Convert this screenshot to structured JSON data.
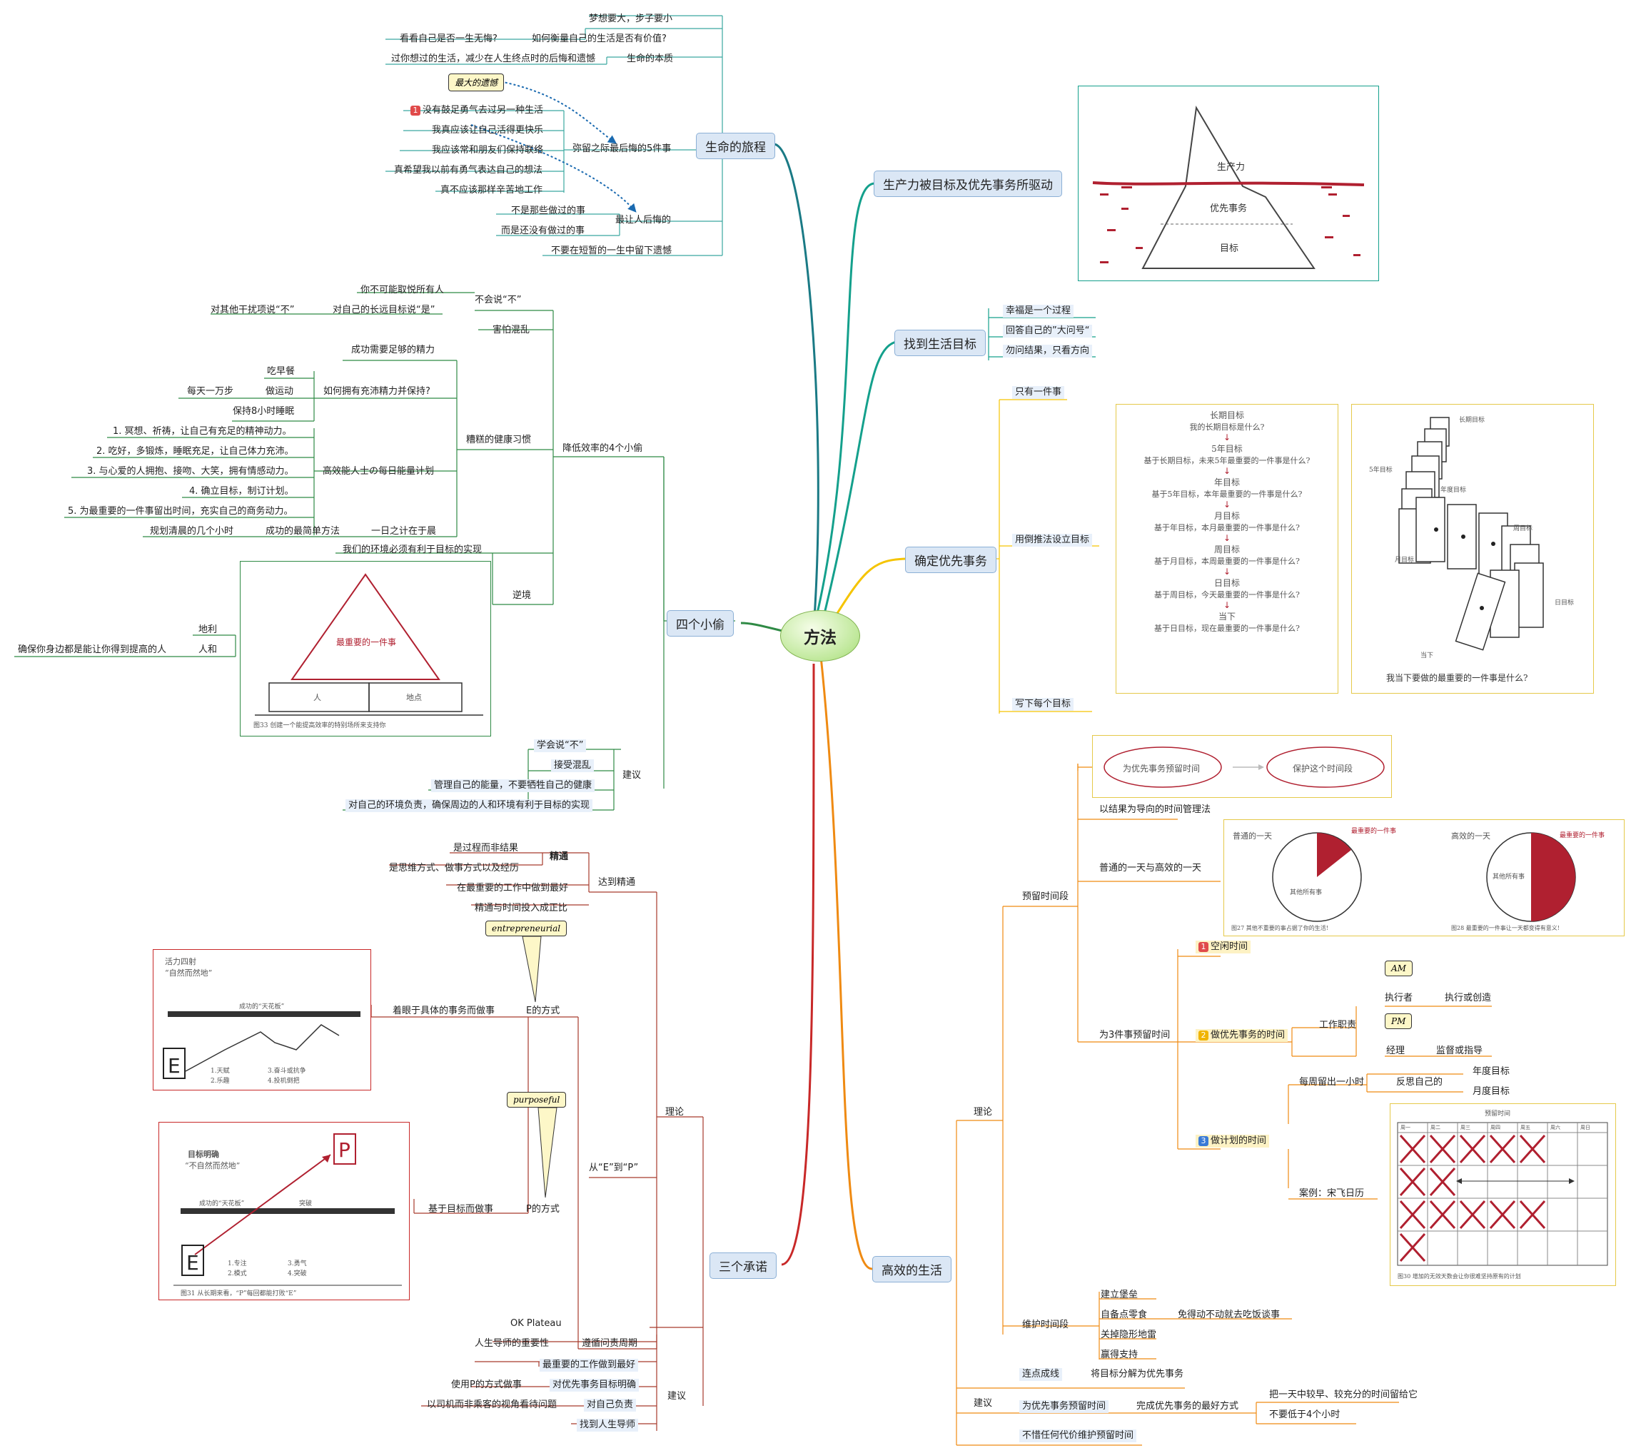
{
  "root": "方法",
  "colors": {
    "teal": "#14a08c",
    "yellow": "#f5c400",
    "orange": "#ef8a12",
    "red": "#c82828",
    "dark_red": "#a63a2c",
    "green": "#2f8a45",
    "blue": "#1a6ab0"
  },
  "icons": {
    "priority_badges": "numbered-priority-icon"
  },
  "journey": {
    "title": "生命的旅程",
    "dream": "梦想要大，步子要小",
    "measure_q": "如何衡量自己的生活是否有价值?",
    "measure_a": "看看自己是否一生无悔?",
    "essence": "生命的本质",
    "essence_a": "过你想过的生活，减少在人生终点时的后悔和遗憾",
    "biggest_regret": "最大的遗憾",
    "regrets_title": "弥留之际最后悔的5件事",
    "regrets": [
      "没有鼓足勇气去过另一种生活",
      "我真应该让自己活得更快乐",
      "我应该常和朋友们保持联络",
      "真希望我以前有勇气表达自己的想法",
      "真不应该那样辛苦地工作"
    ],
    "most_regret": "最让人后悔的",
    "not_done": "不是那些做过的事",
    "not_yet": "而是还没有做过的事",
    "no_regret": "不要在短暂的一生中留下遗憾"
  },
  "thieves": {
    "title": "四个小偷",
    "four": "降低效率的4个小偷",
    "say_no": "不会说“不”",
    "cant_please": "你不可能取悦所有人",
    "yes_goal": "对自己的长远目标说“是”",
    "no_other": "对其他干扰项说“不”",
    "chaos": "害怕混乱",
    "habits": "糟糕的健康习惯",
    "energy": "成功需要足够的精力",
    "how_energy": "如何拥有充沛精力并保持?",
    "breakfast": "吃早餐",
    "exercise": "做运动",
    "steps": "每天一万步",
    "sleep": "保持8小时睡眠",
    "plan_title": "高效能人士の每日能量计划",
    "plan": [
      "1. 冥想、祈祷，让自己有充足的精神动力。",
      "2. 吃好，多锻炼，睡眠充足，让自己体力充沛。",
      "3. 与心爱的人拥抱、接吻、大笑，拥有情感动力。",
      "4. 确立目标，制订计划。",
      "5. 为最重要的一件事留出时间，充实自己的商务动力。"
    ],
    "morning": "一日之计在于晨",
    "simplest": "成功的最简单方法",
    "plan_morning": "规划清晨的几个小时",
    "env": "逆境",
    "env_good": "我们的环境必须有利于目标的实现",
    "place": "地利",
    "people": "人和",
    "people_a": "确保你身边都是能让你得到提高的人",
    "advice": "建议",
    "advice_items": [
      "学会说“不”",
      "接受混乱",
      "管理自己的能量，不要牺牲自己的健康",
      "对自己的环境负责，确保周边的人和环境有利于目标的实现"
    ],
    "tri_top": "最重要的一件事",
    "tri_left": "人",
    "tri_right": "地点",
    "tri_caption": "图33 创建一个能提高效率的特别场所来支持你"
  },
  "promises": {
    "title": "三个承诺",
    "theory": "理论",
    "mastery": "达到精通",
    "jingtong": "精通",
    "m1": "是过程而非结果",
    "m2": "是思维方式、做事方式以及经历",
    "m3": "在最重要的工作中做到最好",
    "m4": "精通与时间投入成正比",
    "e2p": "从“E”到“P”",
    "e_way": "E的方式",
    "e_desc": "着眼于具体的事务而做事",
    "e_callout": "entrepreneurial",
    "p_way": "P的方式",
    "p_desc": "基于目标而做事",
    "p_callout": "purposeful",
    "plateau": "OK Plateau",
    "cycle": "遵循问责周期",
    "mentor_imp": "人生导师的重要性",
    "advice": "建议",
    "adv1": "最重要的工作做到最好",
    "adv2": "对优先事务目标明确",
    "adv2a": "使用P的方式做事",
    "adv3": "对自己负责",
    "adv3a": "以司机而非乘客的视角看待问题",
    "adv4": "找到人生导师",
    "e_img_title": "活力四射",
    "e_img_sub": "“自然而然地”",
    "e_img_bar": "成功的“天花板”",
    "e_items": [
      "1.天赋",
      "2.乐趣",
      "3.奋斗或抗争",
      "4.投机倒把"
    ],
    "p_img_title": "目标明确",
    "p_img_sub": "“不自然而然地”",
    "p_img_bar": "成功的“天花板”",
    "p_img_break": "突破",
    "p_items": [
      "1.专注",
      "2.模式",
      "3.勇气",
      "4.突破"
    ],
    "p_caption": "图31 从长期来看，“P”每回都能打败“E”"
  },
  "productivity": {
    "title": "生产力被目标及优先事务所驱动",
    "top": "生产力",
    "mid": "优先事务",
    "bottom": "目标"
  },
  "find_goal": {
    "title": "找到生活目标",
    "items": [
      "幸福是一个过程",
      "回答自己的”大问号“",
      "勿问结果，只看方向"
    ]
  },
  "priority": {
    "title": "确定优先事务",
    "one": "只有一件事",
    "reverse": "用倒推法设立目标",
    "write": "写下每个目标",
    "steps": [
      {
        "h": "长期目标",
        "q": "我的长期目标是什么?"
      },
      {
        "h": "5年目标",
        "q": "基于长期目标，未来5年最重要的一件事是什么?"
      },
      {
        "h": "年目标",
        "q": "基于5年目标，本年最重要的一件事是什么?"
      },
      {
        "h": "月目标",
        "q": "基于年目标，本月最重要的一件事是什么?"
      },
      {
        "h": "周目标",
        "q": "基于月目标，本周最重要的一件事是什么?"
      },
      {
        "h": "日目标",
        "q": "基于周目标，今天最重要的一件事是什么?"
      },
      {
        "h": "当下",
        "q": "基于日目标，现在最重要的一件事是什么?"
      }
    ],
    "domino_labels": [
      "长期目标",
      "5年目标",
      "年度目标",
      "周目标",
      "月目标",
      "日目标",
      "当下"
    ],
    "domino_question": "我当下要做的最重要的一件事是什么?"
  },
  "life": {
    "title": "高效的生活",
    "theory": "理论",
    "reserve": "预留时间段",
    "result": "以结果为导向的时间管理法",
    "reserve_img_a": "为优先事务预留时间",
    "reserve_img_b": "保护这个时间段",
    "normal_day": "普通的一天与高效的一天",
    "pie1_title": "普通的一天",
    "pie1_label": "最重要的一件事",
    "pie1_other": "其他所有事",
    "pie1_caption": "图27 其他不重要的事占据了你的生活!",
    "pie2_title": "高效的一天",
    "pie2_label": "最重要的一件事",
    "pie2_other": "其他所有事",
    "pie2_caption": "图28 最重要的一件事让一天都变得有意义!",
    "three": "为3件事预留时间",
    "free": "空闲时间",
    "prio_time": "做优先事务的时间",
    "plan_time": "做计划的时间",
    "duty": "工作职责",
    "am": "AM",
    "pm": "PM",
    "executor": "执行者",
    "exec_do": "执行或创造",
    "manager": "经理",
    "supervise": "监督或指导",
    "weekly": "每周留出一小时",
    "reflect": "反思自己的",
    "year_goal": "年度目标",
    "month_goal": "月度目标",
    "case": "案例：宋飞日历",
    "cal_title": "预留时间",
    "cal_days": [
      "周一",
      "周二",
      "周三",
      "周四",
      "周五",
      "周六",
      "周日"
    ],
    "cal_caption": "图30 增加的无效天数会让你很难坚持原有的计划",
    "maintain": "维护时间段",
    "m_items": [
      "建立堡垒",
      "自备点零食",
      "关掉隐形地雷",
      "赢得支持"
    ],
    "m_snack": "免得动不动就去吃饭谈事",
    "advice": "建议",
    "connect": "连点成线",
    "connect_a": "将目标分解为优先事务",
    "reserve_prio": "为优先事务预留时间",
    "best": "完成优先事务的最好方式",
    "best1": "把一天中较早、较充分的时间留给它",
    "best2": "不要低于4个小时",
    "keep": "不惜任何代价维护预留时间"
  }
}
